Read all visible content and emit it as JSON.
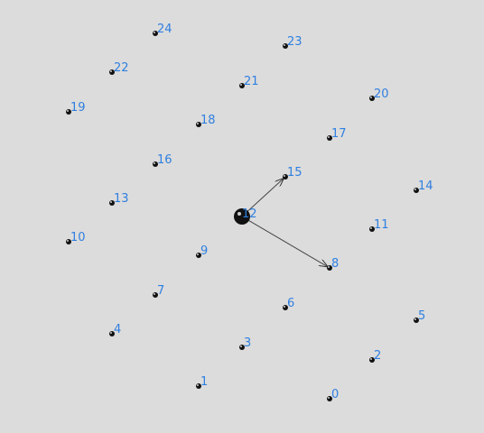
{
  "graph": {
    "label_color": "#2f7fe0",
    "node_color": "#111111",
    "highlight_node": "12",
    "nodes": [
      {
        "id": "0",
        "label": "0"
      },
      {
        "id": "1",
        "label": "1"
      },
      {
        "id": "2",
        "label": "2"
      },
      {
        "id": "3",
        "label": "3"
      },
      {
        "id": "4",
        "label": "4"
      },
      {
        "id": "5",
        "label": "5"
      },
      {
        "id": "6",
        "label": "6"
      },
      {
        "id": "7",
        "label": "7"
      },
      {
        "id": "8",
        "label": "8"
      },
      {
        "id": "9",
        "label": "9"
      },
      {
        "id": "10",
        "label": "10"
      },
      {
        "id": "11",
        "label": "11"
      },
      {
        "id": "12",
        "label": "12"
      },
      {
        "id": "13",
        "label": "13"
      },
      {
        "id": "14",
        "label": "14"
      },
      {
        "id": "15",
        "label": "15"
      },
      {
        "id": "16",
        "label": "16"
      },
      {
        "id": "17",
        "label": "17"
      },
      {
        "id": "18",
        "label": "18"
      },
      {
        "id": "19",
        "label": "19"
      },
      {
        "id": "20",
        "label": "20"
      },
      {
        "id": "21",
        "label": "21"
      },
      {
        "id": "22",
        "label": "22"
      },
      {
        "id": "23",
        "label": "23"
      },
      {
        "id": "24",
        "label": "24"
      }
    ],
    "edges": [
      {
        "from": "12",
        "to": "15"
      },
      {
        "from": "12",
        "to": "8"
      }
    ]
  }
}
